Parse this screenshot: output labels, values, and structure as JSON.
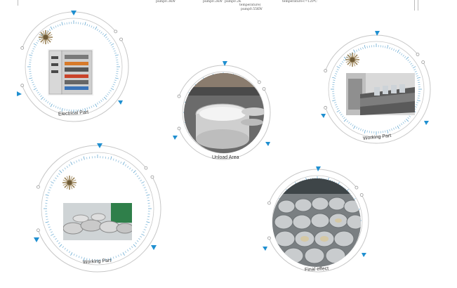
{
  "header": {
    "t1": "pump0.3KW",
    "t2": "pump0.2KW",
    "t3": "pump0.2K",
    "t4": "temperature)",
    "t5": "pump0.55KW",
    "t6": "temperature<=120℃"
  },
  "panels": [
    {
      "id": "electrical",
      "caption": "Electrical Part"
    },
    {
      "id": "unload",
      "caption": "Unload Area"
    },
    {
      "id": "working-right",
      "caption": "Working Part"
    },
    {
      "id": "working-left",
      "caption": "Working Part"
    },
    {
      "id": "final",
      "caption": "Final effect"
    }
  ],
  "colors": {
    "ring": "#c7c7c7",
    "ticks": "#7fb6d8",
    "arrow": "#1f8fd0",
    "gear": "#9a8256"
  }
}
